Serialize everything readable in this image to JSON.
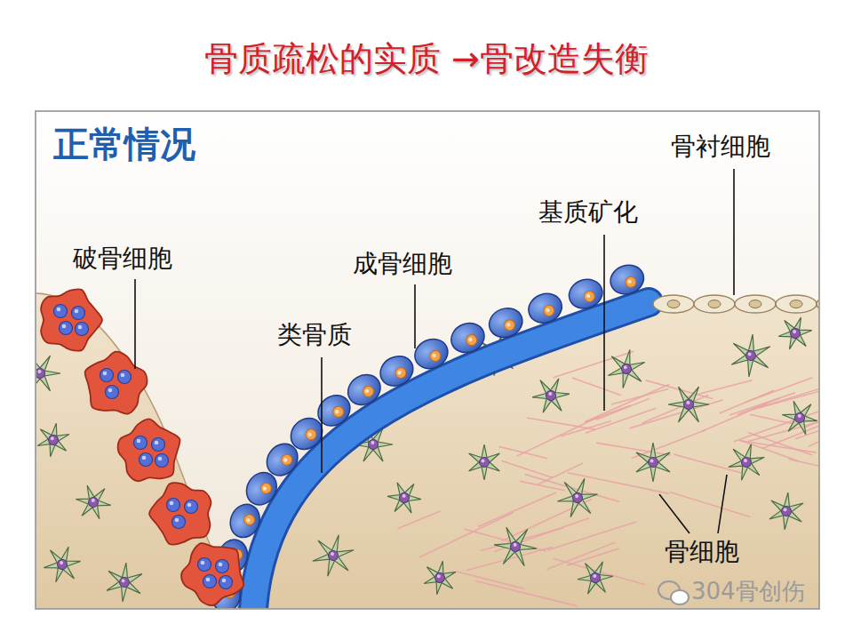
{
  "diagram": {
    "title": "骨质疏松的实质 →骨改造失衡",
    "labels": [
      "正常情况",
      "破骨细胞",
      "成骨细胞",
      "类骨质",
      "基质矿化",
      "骨衬细胞",
      "骨细胞",
      "304骨创伤"
    ]
  }
}
